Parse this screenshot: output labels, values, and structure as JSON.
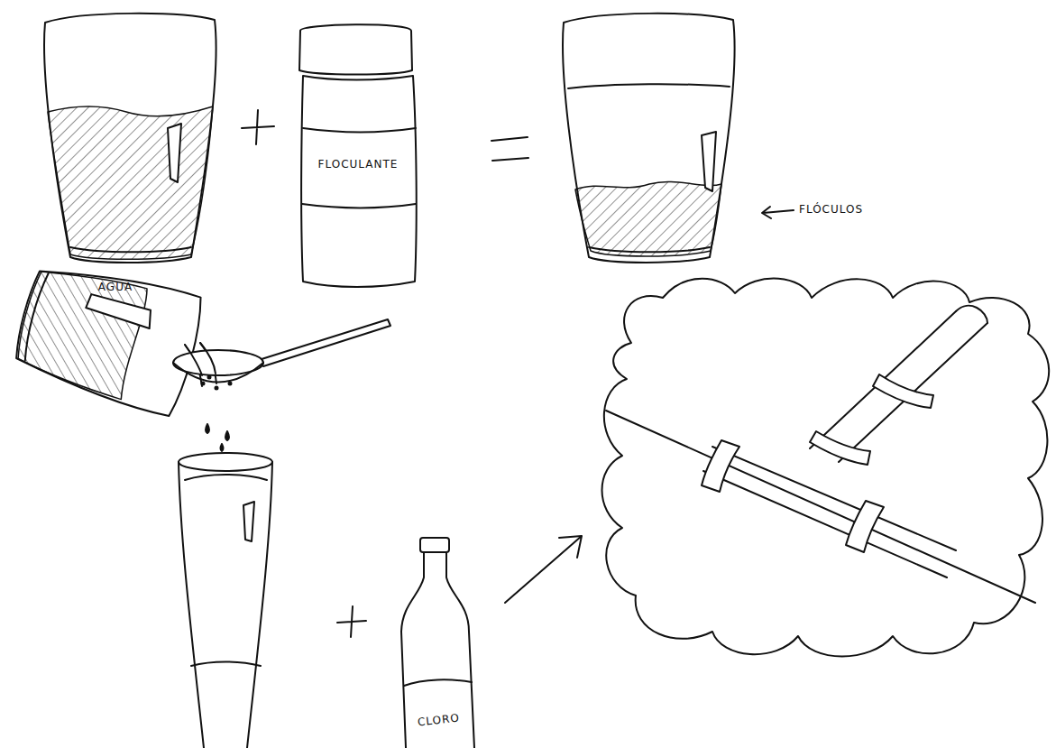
{
  "diagram": {
    "labels": [
      "AGUA",
      "FLOCULANTE",
      "FLÓCULOS",
      "CLORO"
    ]
  }
}
